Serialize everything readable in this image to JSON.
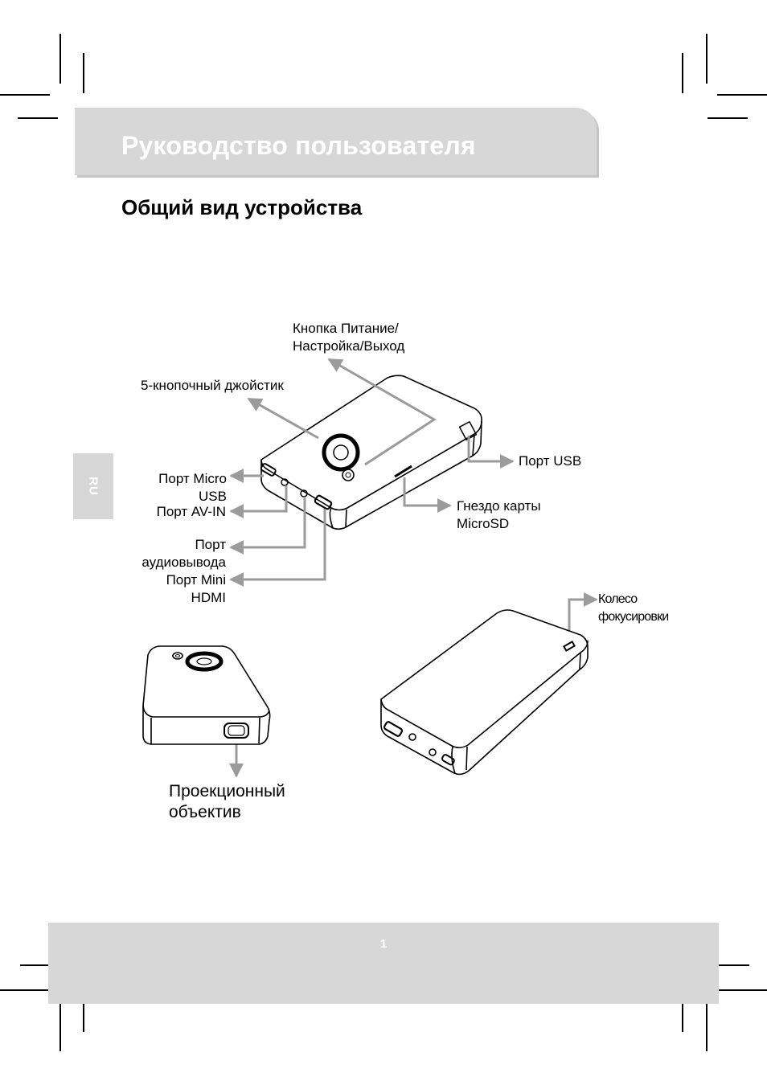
{
  "header": {
    "title": "Руководство пользователя"
  },
  "section": {
    "title": "Общий вид устройства"
  },
  "side_tab": {
    "lang": "RU"
  },
  "labels": {
    "power_button_1": "Кнопка Питание/",
    "power_button_2": "Настройка/Выход",
    "joystick": "5-кнопочный джойстик",
    "usb_port": "Порт USB",
    "micro_usb_1": "Порт Micro",
    "micro_usb_2": "USB",
    "av_in": "Порт AV-IN",
    "audio_out_1": "Порт",
    "audio_out_2": "аудиовывода",
    "mini_hdmi_1": "Порт Mini",
    "mini_hdmi_2": "HDMI",
    "microsd_1": "Гнездо карты",
    "microsd_2": "MicroSD",
    "focus_wheel_1": "Колесо",
    "focus_wheel_2": "фокусировки",
    "lens_1": "Проекционный",
    "lens_2": "объектив"
  },
  "footer": {
    "page_number": "1"
  },
  "colors": {
    "band": "#d7d7d7",
    "arrow": "#9b9b9b",
    "line": "#000000"
  }
}
